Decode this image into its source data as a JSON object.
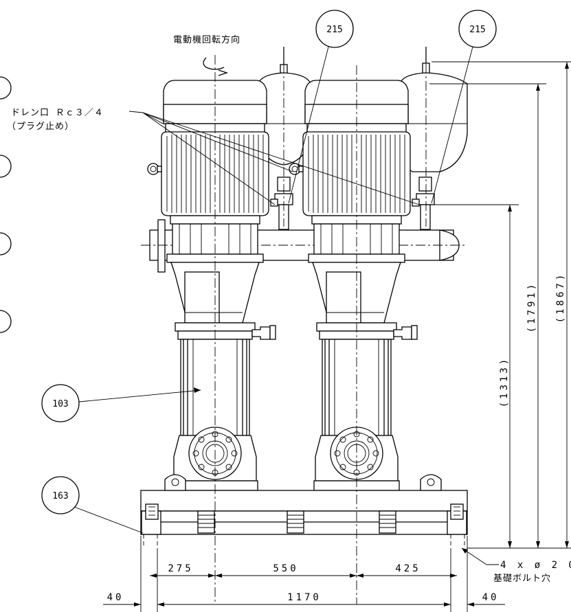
{
  "annotations": {
    "rotation": "電動機回転方向",
    "drain_line1": "ドレン口  Ｒｃ３／４",
    "drain_line2": "（プラグ止め）",
    "bolt_line1": "4 x ø 2 0",
    "bolt_line2": "基礎ボルト穴"
  },
  "balloons": {
    "b215a": "215",
    "b215b": "215",
    "b103": "103",
    "b163": "163"
  },
  "dimensions": {
    "d275": "275",
    "d550": "550",
    "d425": "425",
    "d40l": "40",
    "d1170": "1170",
    "d40r": "40",
    "h1313": "(1313)",
    "h1791": "(1791)",
    "h1867": "(1867)"
  }
}
